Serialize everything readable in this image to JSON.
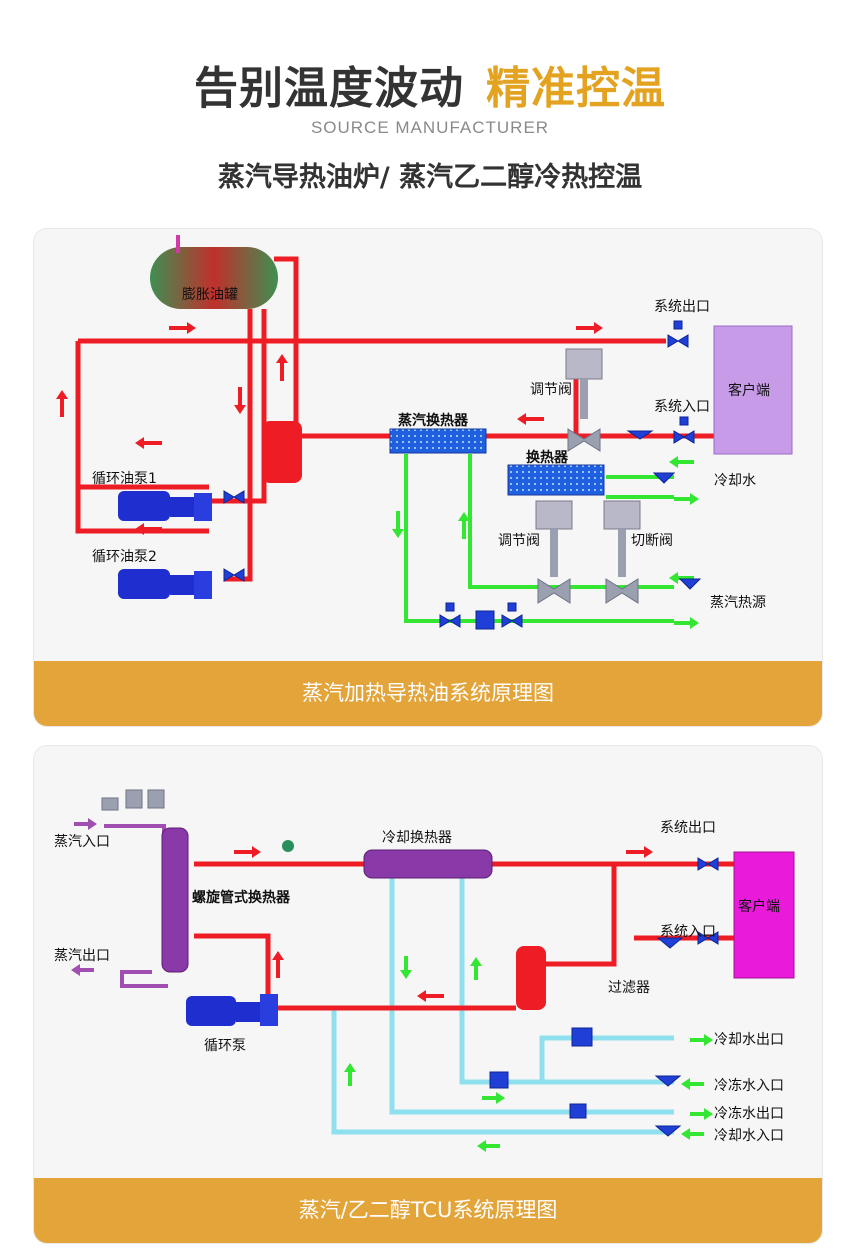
{
  "header": {
    "title_part1": "告别温度波动",
    "title_part2": "精准控温",
    "subtitle_en": "SOURCE MANUFACTURER",
    "subtitle_cn": "蒸汽导热油炉/ 蒸汽乙二醇冷热控温"
  },
  "diagram1": {
    "caption": "蒸汽加热导热油系统原理图",
    "labels": {
      "expansion_tank": "膨胀油罐",
      "pump1": "循环油泵1",
      "pump2": "循环油泵2",
      "system_outlet": "系统出口",
      "system_inlet": "系统入口",
      "client": "客户端",
      "regulating_valve_top": "调节阀",
      "steam_exchanger": "蒸汽换热器",
      "exchanger": "换热器",
      "cooling_water": "冷却水",
      "regulating_valve_bottom": "调节阀",
      "shutoff_valve": "切断阀",
      "steam_source": "蒸汽热源"
    },
    "colors": {
      "oil_pipe": "#ee1c24",
      "water_pipe": "#32e632",
      "client_box": "#c79be8",
      "equipment_blue": "#1f2fcf"
    }
  },
  "diagram2": {
    "caption": "蒸汽/乙二醇TCU系统原理图",
    "labels": {
      "steam_inlet": "蒸汽入口",
      "steam_outlet": "蒸汽出口",
      "spiral_exchanger": "螺旋管式换热器",
      "cooling_exchanger": "冷却换热器",
      "circulation_pump": "循环泵",
      "system_outlet": "系统出口",
      "system_inlet": "系统入口",
      "client": "客户端",
      "filter": "过滤器",
      "cooling_water_outlet": "冷却水出口",
      "chilled_water_inlet": "冷冻水入口",
      "chilled_water_outlet": "冷冻水出口",
      "cooling_water_inlet": "冷却水入口"
    },
    "colors": {
      "glycol_pipe": "#ee1c24",
      "cooling_pipe": "#8fe0ee",
      "client_box": "#e91ad9",
      "exchanger": "#8a3aa8"
    }
  }
}
